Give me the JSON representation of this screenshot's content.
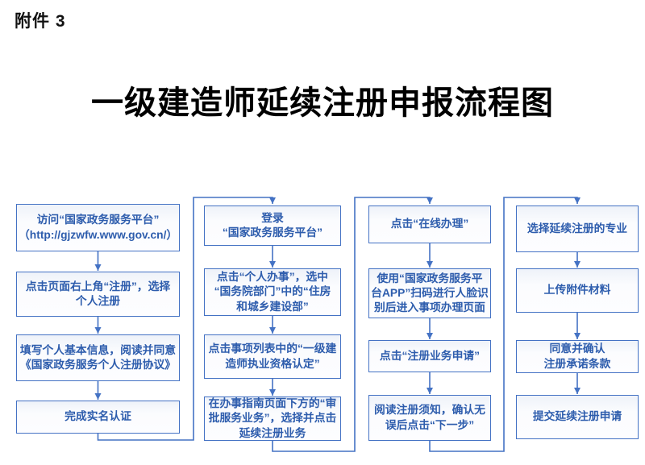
{
  "document": {
    "attachment_label": "附件 3",
    "title": "一级建造师延续注册申报流程图"
  },
  "theme": {
    "line_color": "#4472C4",
    "text_color": "#2E5DAD",
    "title_color": "#000000",
    "background": "#FFFFFF"
  },
  "flowchart": {
    "columns": [
      {
        "steps": [
          {
            "label": "访问“国家政务服务平台”\n（http://gjzwfw.www.gov.cn/）"
          },
          {
            "label": "点击页面右上角“注册”，选择\n个人注册"
          },
          {
            "label": "填写个人基本信息，阅读并同意\n《国家政务服务个人注册协议》"
          },
          {
            "label": "完成实名认证"
          }
        ]
      },
      {
        "steps": [
          {
            "label": "登录\n“国家政务服务平台”"
          },
          {
            "label": "点击“个人办事”，选中\n“国务院部门”中的“住房\n和城乡建设部”"
          },
          {
            "label": "点击事项列表中的“一级建\n造师执业资格认定”"
          },
          {
            "label": "在办事指南页面下方的“审\n批服务业务”，选择并点击\n延续注册业务"
          }
        ]
      },
      {
        "steps": [
          {
            "label": "点击“在线办理”"
          },
          {
            "label": "使用“国家政务服务平\n台APP”扫码进行人脸识\n别后进入事项办理页面"
          },
          {
            "label": "点击“注册业务申请”"
          },
          {
            "label": "阅读注册须知，确认无\n误后点击“下一步”"
          }
        ]
      },
      {
        "steps": [
          {
            "label": "选择延续注册的专业"
          },
          {
            "label": "上传附件材料"
          },
          {
            "label": "同意并确认\n注册承诺条款"
          },
          {
            "label": "提交延续注册申请"
          }
        ]
      }
    ]
  }
}
